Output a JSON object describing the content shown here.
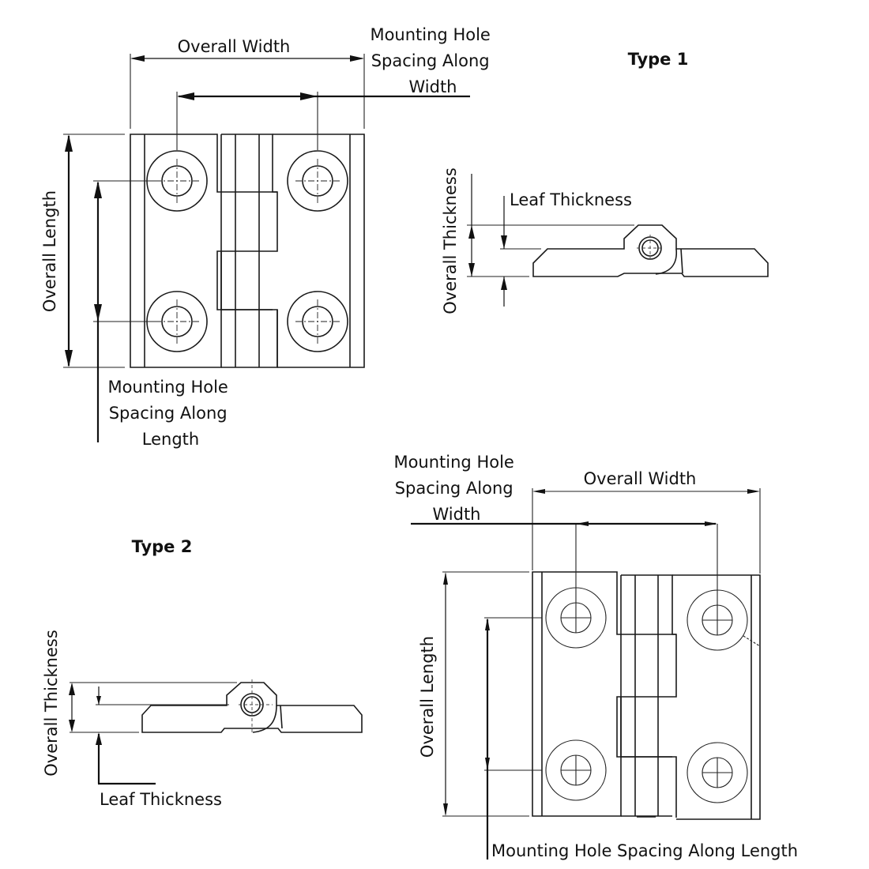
{
  "figure": {
    "subject": "Hinge dimension diagram",
    "background": "#ffffff",
    "line_color": "#1a1a1a"
  },
  "type1": {
    "title": "Type 1",
    "front_view": {
      "overall_width": "Overall Width",
      "hole_spacing_width": [
        "Mounting Hole",
        "Spacing Along",
        "Width"
      ],
      "overall_length": "Overall Length",
      "hole_spacing_length": [
        "Mounting Hole",
        "Spacing Along",
        "Length"
      ]
    },
    "side_view": {
      "overall_thickness": "Overall Thickness",
      "leaf_thickness": "Leaf Thickness"
    }
  },
  "type2": {
    "title": "Type 2",
    "front_view": {
      "overall_width": "Overall Width",
      "hole_spacing_width": [
        "Mounting Hole",
        "Spacing Along",
        "Width"
      ],
      "overall_length": "Overall Length",
      "hole_spacing_length": "Mounting Hole Spacing Along Length"
    },
    "side_view": {
      "overall_thickness": "Overall Thickness",
      "leaf_thickness": "Leaf Thickness"
    }
  }
}
